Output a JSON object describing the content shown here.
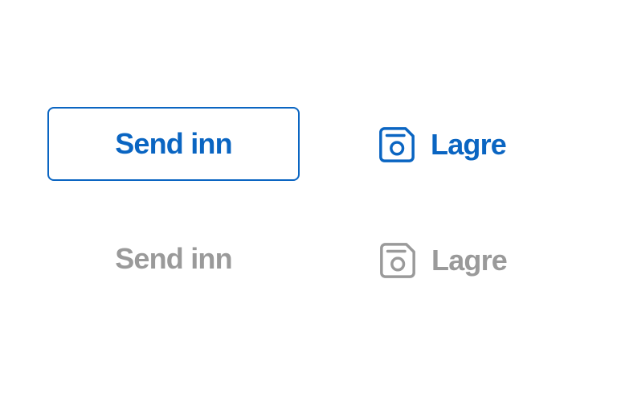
{
  "page": {
    "background_color": "#ffffff",
    "description": "Button states: enabled (blue) and disabled (gray)"
  },
  "colors": {
    "primary_blue": "#0a65c2",
    "disabled_gray": "#9a9a9a"
  },
  "row_enabled": {
    "submit": {
      "label": "Send inn",
      "state": "enabled",
      "style": "outlined"
    },
    "save": {
      "label": "Lagre",
      "state": "enabled",
      "icon": "floppy-disk-icon",
      "style": "tertiary"
    }
  },
  "row_disabled": {
    "submit": {
      "label": "Send inn",
      "state": "disabled",
      "style": "text-only"
    },
    "save": {
      "label": "Lagre",
      "state": "disabled",
      "icon": "floppy-disk-icon",
      "style": "tertiary"
    }
  }
}
